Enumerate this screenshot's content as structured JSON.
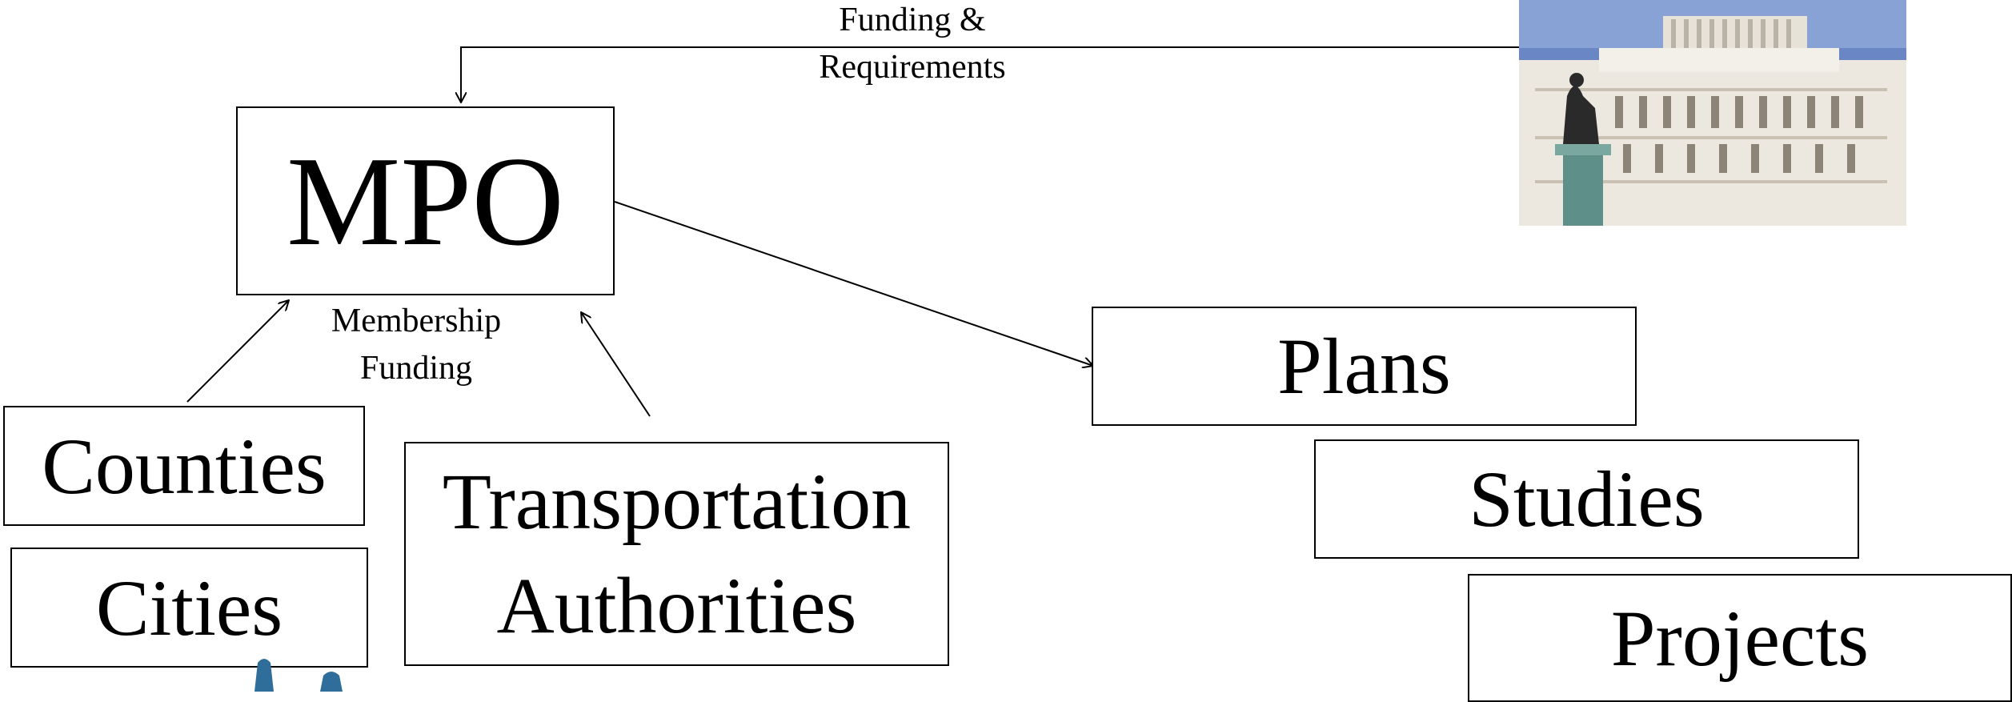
{
  "diagram": {
    "mpo": "MPO",
    "top_label_line1": "Funding &",
    "top_label_line2": "Requirements",
    "membership_line1": "Membership",
    "membership_line2": "Funding",
    "counties": "Counties",
    "cities": "Cities",
    "authorities_line1": "Transportation",
    "authorities_line2": "Authorities",
    "plans": "Plans",
    "studies": "Studies",
    "projects": "Projects"
  },
  "images": {
    "capitol": "us-capitol-photo",
    "logo": "partial-blue-logo"
  },
  "colors": {
    "line": "#000000",
    "sky": "#6a86c4",
    "building": "#e9e5dc",
    "logo": "#2f6d9a"
  }
}
